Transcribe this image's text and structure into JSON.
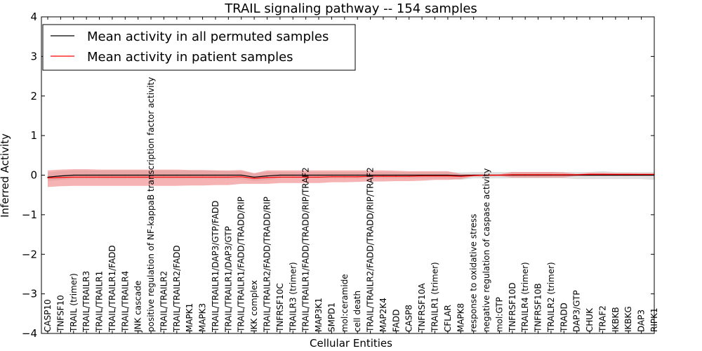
{
  "chart_data": {
    "type": "line",
    "title": "TRAIL signaling pathway -- 154 samples",
    "xlabel": "Cellular Entities",
    "ylabel": "Inferred Activity",
    "ylim": [
      -4,
      4
    ],
    "yticks": [
      -4,
      -3,
      -2,
      -1,
      0,
      1,
      2,
      3,
      4
    ],
    "ytick_labels": [
      "−4",
      "−3",
      "−2",
      "−1",
      "0",
      "1",
      "2",
      "3",
      "4"
    ],
    "grid": false,
    "legend_position": "top-left",
    "categories": [
      "CASP10",
      "TNFSF10",
      "TRAIL (trimer)",
      "TRAIL/TRAILR3",
      "TRAIL/TRAILR1",
      "TRAIL/TRAILR1/FADD",
      "TRAIL/TRAILR4",
      "JNK cascade",
      "positive regulation of NF-kappaB transcription factor activity",
      "TRAIL/TRAILR2",
      "TRAIL/TRAILR2/FADD",
      "MAPK1",
      "MAPK3",
      "TRAIL/TRAILR1/DAP3/GTP/FADD",
      "TRAIL/TRAILR1/DAP3/GTP",
      "TRAIL/TRAILR1/FADD/TRADD/RIP",
      "IKK complex",
      "TRAIL/TRAILR2/FADD/TRADD/RIP",
      "TNFRSF10C",
      "TRAILR3 (trimer)",
      "TRAIL/TRAILR1/FADD/TRADD/RIP/TRAF2",
      "MAP3K1",
      "SMPD1",
      "mol:ceramide",
      "cell death",
      "TRAIL/TRAILR2/FADD/TRADD/RIP/TRAF2",
      "MAP2K4",
      "FADD",
      "CASP8",
      "TNFRSF10A",
      "TRAILR1 (trimer)",
      "CFLAR",
      "MAPK8",
      "response to oxidative stress",
      "negative regulation of caspase activity",
      "mol:GTP",
      "TNFRSF10D",
      "TRAILR4 (trimer)",
      "TNFRSF10B",
      "TRAILR2 (trimer)",
      "TRADD",
      "DAP3/GTP",
      "CHUK",
      "TRAF2",
      "IKBKB",
      "IKBKG",
      "DAP3",
      "RIPK1"
    ],
    "series": [
      {
        "name": "Mean activity in all permuted samples",
        "color": "#000000",
        "band_color": "#c8c8c8",
        "values": [
          -0.05,
          -0.02,
          0,
          0,
          0,
          0,
          0,
          0,
          0,
          0,
          0,
          0,
          0,
          0,
          0,
          0,
          -0.05,
          -0.02,
          0,
          0,
          0,
          0,
          0,
          0,
          0,
          0,
          0,
          0,
          0,
          0,
          0,
          0,
          -0.01,
          0,
          0,
          0,
          0,
          0,
          0,
          0,
          0,
          0,
          0,
          0,
          0,
          0,
          0,
          0
        ],
        "upper": [
          0.07,
          0.1,
          0.12,
          0.12,
          0.12,
          0.12,
          0.12,
          0.12,
          0.12,
          0.12,
          0.12,
          0.12,
          0.12,
          0.12,
          0.1,
          0.1,
          0.05,
          0.08,
          0.08,
          0.08,
          0.08,
          0.08,
          0.08,
          0.08,
          0.08,
          0.08,
          0.08,
          0.08,
          0.08,
          0.08,
          0.08,
          0.08,
          0.07,
          0.08,
          0.08,
          0.08,
          0.08,
          0.08,
          0.08,
          0.08,
          0.08,
          0.08,
          0.08,
          0.1,
          0.08,
          0.08,
          0.08,
          0.08
        ],
        "lower": [
          -0.15,
          -0.12,
          -0.1,
          -0.1,
          -0.1,
          -0.1,
          -0.1,
          -0.1,
          -0.1,
          -0.1,
          -0.1,
          -0.1,
          -0.1,
          -0.1,
          -0.1,
          -0.1,
          -0.15,
          -0.12,
          -0.08,
          -0.08,
          -0.08,
          -0.08,
          -0.08,
          -0.08,
          -0.08,
          -0.08,
          -0.08,
          -0.08,
          -0.08,
          -0.08,
          -0.08,
          -0.08,
          -0.12,
          -0.08,
          -0.08,
          -0.08,
          -0.08,
          -0.08,
          -0.08,
          -0.08,
          -0.08,
          -0.1,
          -0.1,
          -0.1,
          -0.1,
          -0.1,
          -0.1,
          -0.12
        ]
      },
      {
        "name": "Mean activity in patient samples",
        "color": "#ff0000",
        "band_color": "#f08080",
        "values": [
          -0.07,
          -0.06,
          -0.05,
          -0.05,
          -0.05,
          -0.05,
          -0.05,
          -0.05,
          -0.05,
          -0.05,
          -0.05,
          -0.05,
          -0.05,
          -0.05,
          -0.05,
          -0.04,
          -0.08,
          -0.06,
          -0.05,
          -0.05,
          -0.05,
          -0.05,
          -0.04,
          -0.04,
          -0.04,
          -0.03,
          -0.03,
          -0.03,
          -0.03,
          -0.02,
          -0.02,
          -0.02,
          -0.03,
          -0.01,
          0,
          0,
          0.01,
          0.01,
          0.01,
          0.01,
          0.01,
          0.01,
          0.02,
          0.02,
          0.02,
          0.02,
          0.02,
          0.02
        ],
        "upper": [
          0.12,
          0.14,
          0.15,
          0.15,
          0.14,
          0.14,
          0.14,
          0.14,
          0.14,
          0.14,
          0.14,
          0.13,
          0.13,
          0.12,
          0.12,
          0.13,
          0.05,
          0.12,
          0.12,
          0.12,
          0.12,
          0.12,
          0.12,
          0.12,
          0.12,
          0.12,
          0.12,
          0.11,
          0.1,
          0.1,
          0.1,
          0.1,
          0.03,
          0.02,
          0.02,
          0.02,
          0.08,
          0.08,
          0.08,
          0.08,
          0.07,
          0.03,
          0.06,
          0.06,
          0.05,
          0.05,
          0.04,
          0.04
        ],
        "lower": [
          -0.3,
          -0.28,
          -0.27,
          -0.27,
          -0.27,
          -0.27,
          -0.27,
          -0.27,
          -0.27,
          -0.27,
          -0.27,
          -0.26,
          -0.26,
          -0.25,
          -0.25,
          -0.22,
          -0.22,
          -0.22,
          -0.2,
          -0.2,
          -0.2,
          -0.2,
          -0.18,
          -0.18,
          -0.17,
          -0.16,
          -0.16,
          -0.15,
          -0.15,
          -0.14,
          -0.12,
          -0.12,
          -0.1,
          -0.03,
          -0.03,
          -0.02,
          -0.06,
          -0.06,
          -0.06,
          -0.06,
          -0.06,
          -0.02,
          -0.02,
          -0.02,
          -0.02,
          -0.02,
          -0.02,
          -0.02
        ]
      }
    ]
  }
}
